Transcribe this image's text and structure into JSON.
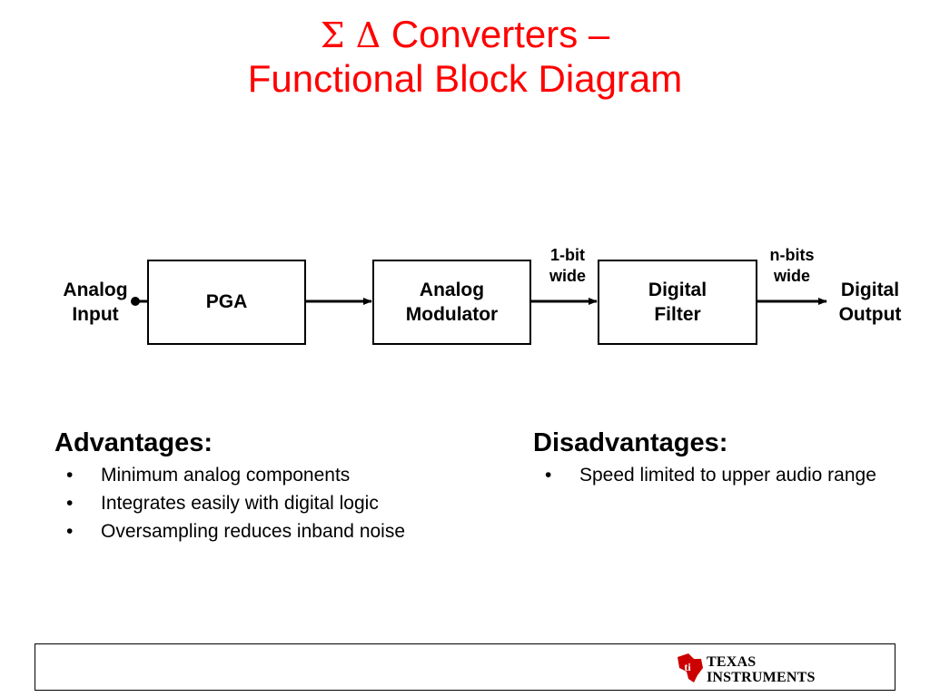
{
  "title": {
    "line1_symbols": "Σ Δ",
    "line1_text": "Converters –",
    "line2": "Functional Block Diagram"
  },
  "diagram": {
    "input_label": [
      "Analog",
      "Input"
    ],
    "blocks": [
      {
        "lines": [
          "PGA"
        ]
      },
      {
        "lines": [
          "Analog",
          "Modulator"
        ]
      },
      {
        "lines": [
          "Digital",
          "Filter"
        ]
      }
    ],
    "bus1_label": [
      "1-bit",
      "wide"
    ],
    "bus2_label": [
      "n-bits",
      "wide"
    ],
    "output_label": [
      "Digital",
      "Output"
    ]
  },
  "advantages": {
    "heading": "Advantages:",
    "items": [
      "Minimum analog components",
      "Integrates easily with digital logic",
      "Oversampling reduces inband noise"
    ]
  },
  "disadvantages": {
    "heading": "Disadvantages:",
    "items": [
      "Speed limited to upper audio range"
    ]
  },
  "footer": {
    "logo_line1": "Texas",
    "logo_line2": "Instruments",
    "logo_color": "#cc0000"
  },
  "colors": {
    "title": "#ff0000"
  }
}
